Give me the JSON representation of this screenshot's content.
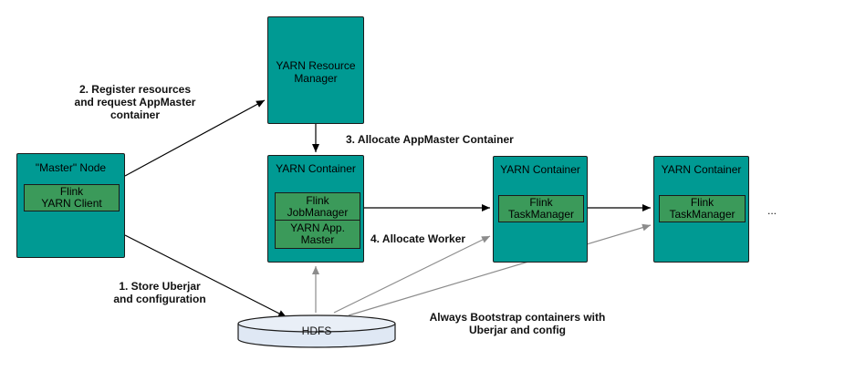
{
  "master_node": {
    "title": "\"Master\" Node",
    "inner_line1": "Flink",
    "inner_line2": "YARN Client"
  },
  "resource_manager": {
    "line1": "YARN Resource",
    "line2": "Manager"
  },
  "app_container": {
    "title": "YARN Container",
    "jobmanager_line1": "Flink",
    "jobmanager_line2": "JobManager",
    "appmaster_line1": "YARN App.",
    "appmaster_line2": "Master"
  },
  "container_2": {
    "title": "YARN Container",
    "inner_line1": "Flink",
    "inner_line2": "TaskManager"
  },
  "container_3": {
    "title": "YARN Container",
    "inner_line1": "Flink",
    "inner_line2": "TaskManager"
  },
  "ellipsis": "...",
  "hdfs": {
    "label": "HDFS"
  },
  "steps": {
    "step2_line1": "2. Register resources",
    "step2_line2": "and request AppMaster",
    "step2_line3": "container",
    "step3": "3. Allocate AppMaster Container",
    "step4": "4. Allocate Worker",
    "step1_line1": "1. Store Uberjar",
    "step1_line2": "and configuration"
  },
  "bootstrap_note": {
    "line1": "Always Bootstrap containers with",
    "line2": "Uberjar and config"
  },
  "colors": {
    "box_fill": "#009a93",
    "inner_fill": "#3b9a5a",
    "hdfs_fill": "#dfe8f4",
    "gray_arrow": "#8c8c8c"
  }
}
